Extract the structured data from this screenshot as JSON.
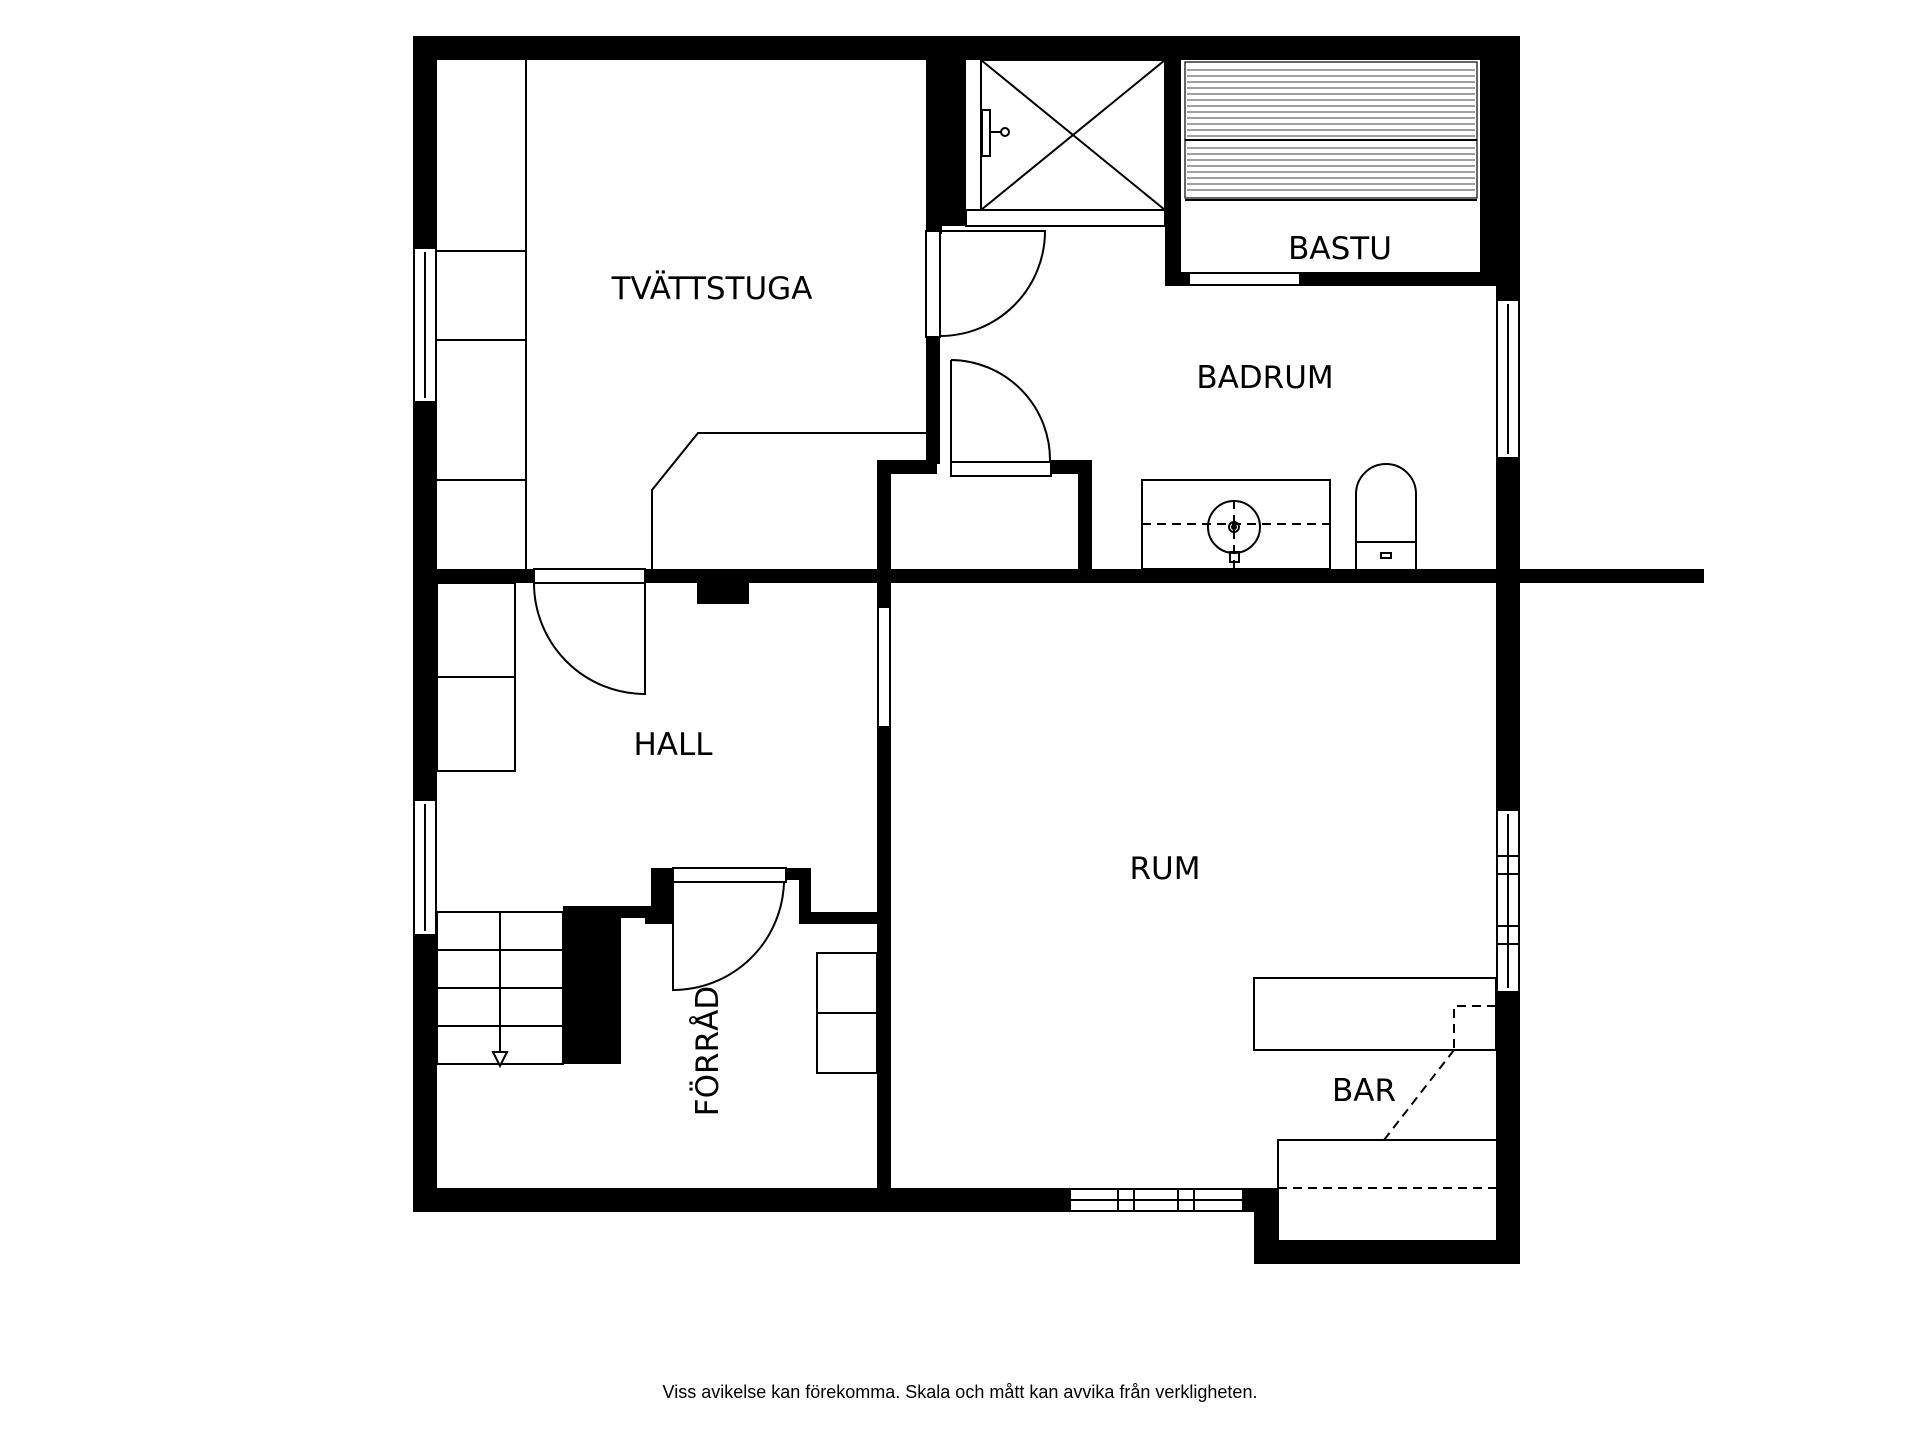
{
  "rooms": {
    "tvattstuga": "TVÄTTSTUGA",
    "bastu": "BASTU",
    "badrum": "BADRUM",
    "hall": "HALL",
    "rum": "RUM",
    "bar": "BAR",
    "forrad": "FÖRRÅD"
  },
  "footer": {
    "disclaimer": "Viss avikelse kan förekomma. Skala och mått kan avvika från verkligheten."
  },
  "colors": {
    "wall": "#000000",
    "line": "#000000",
    "background": "#ffffff"
  }
}
